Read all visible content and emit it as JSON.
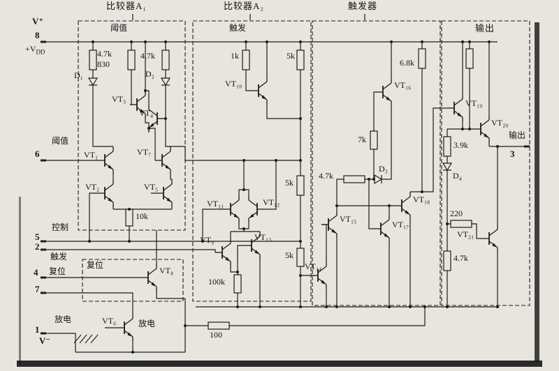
{
  "colors": {
    "ink": "#1c1c1c",
    "paper": "#e8e5df"
  },
  "sections": {
    "comparator_a1": "比较器A₁",
    "comparator_a2": "比较器A₂",
    "flip_flop": "触发器",
    "output": "输出",
    "a1_threshold": "阈值",
    "a2_trigger": "触发",
    "reset_box": "复位"
  },
  "pins": {
    "v_plus": "V⁺",
    "pin8": "8",
    "vdd_base": "+V",
    "vdd_sub": "DD",
    "threshold": "阈值",
    "pin6": "6",
    "control": "控制",
    "pin5": "5",
    "pin2": "2",
    "trigger": "触发",
    "pin4": "4",
    "reset": "复位",
    "pin7": "7",
    "discharge": "放电",
    "pin1": "1",
    "v_minus": "V⁻",
    "output": "输出",
    "pin3": "3",
    "discharge_inner": "放电"
  },
  "transistors": {
    "vt1": "VT₁",
    "vt2": "VT₂",
    "vt3": "VT₃",
    "vt4": "VT₄",
    "vt5": "VT₅",
    "vt6": "VT₆",
    "vt7": "VT₇",
    "vt8": "VT₈",
    "vt9": "VT₉",
    "vt10": "VT₁₀",
    "vt11": "VT₁₁",
    "vt12": "VT₁₂",
    "vt13": "VT₁₃",
    "vt14": "VT₁₄",
    "vt15": "VT₁₅",
    "vt16": "VT₁₆",
    "vt17": "VT₁₇",
    "vt18": "VT₁₈",
    "vt19": "VT₁₉",
    "vt20": "VT₂₀",
    "vt21": "VT₂₁"
  },
  "resistors": {
    "r_a1_left": "4.7k",
    "r_a1_mid": "830",
    "r_a1_right": "4.7k",
    "r_a1_emitter": "10k",
    "r_a2_1k": "1k",
    "r_a2_5k_top": "5k",
    "r_a2_5k_mid": "5k",
    "r_a2_5k_low": "5k",
    "r_a2_100k": "100k",
    "r_ff_4k7": "4.7k",
    "r_ff_7k": "7k",
    "r_ff_6k8": "6.8k",
    "r_out_3k9": "3.9k",
    "r_out_220": "220",
    "r_out_4k7": "4.7k",
    "r_discharge_100": "100"
  },
  "diodes": {
    "d1": "D₁",
    "d2": "D₂",
    "d3": "D₃",
    "d4": "D₄"
  }
}
